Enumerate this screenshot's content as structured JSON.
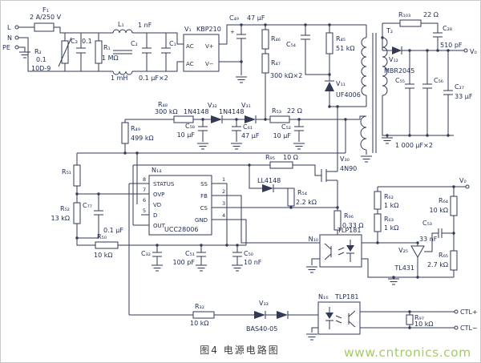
{
  "caption": "图4  电源电路图",
  "watermark": "www.cntronics.com",
  "components": {
    "f1": {
      "ref": "F₁",
      "value": "2 A/250 V"
    },
    "terms": {
      "l": "L",
      "n": "N",
      "pe": "PE"
    },
    "r2": {
      "ref": "R₂",
      "value": "0.1",
      "model": "10D-9"
    },
    "c3": {
      "ref": "C₃",
      "value": "0.1"
    },
    "r1": {
      "ref": "R₁",
      "value": "1 MΩ"
    },
    "l1": {
      "ref": "L₁",
      "value": "1 mH"
    },
    "c2": {
      "ref": "C₂",
      "value": "1 nF"
    },
    "c1": {
      "ref": "C₁",
      "value": "0.1 μF×2"
    },
    "v1": {
      "ref": "V₁",
      "model": "KBP210",
      "pins": {
        "ac1": "AC",
        "ac2": "AC",
        "vp": "V+",
        "vm": "V−"
      }
    },
    "c49": {
      "ref": "C₄₉",
      "value": "47 μF",
      "plus": "+"
    },
    "r46": {
      "ref": "R₄₆"
    },
    "r47": {
      "ref": "R₄₇",
      "value": "300 kΩ×2"
    },
    "c54": {
      "ref": "C₅₄"
    },
    "r45": {
      "ref": "R₄₅",
      "value": "51 kΩ"
    },
    "v11": {
      "ref": "V₁₁",
      "model": "UF4006"
    },
    "t2": {
      "ref": "T₂"
    },
    "r103": {
      "ref": "R₁₀₃",
      "value": "22 Ω"
    },
    "c28": {
      "ref": "C₂₈",
      "value": "510 pF"
    },
    "v12": {
      "ref": "V₁₂",
      "model": "MBR2045"
    },
    "vo_main": "V₀",
    "c55": {
      "ref": "C₅₅"
    },
    "c56": {
      "ref": "C₅₆"
    },
    "c5556_value": "1 000 μF×2",
    "c27": {
      "ref": "C₂₇",
      "value": "33 μF"
    },
    "r48": {
      "ref": "R₄₈",
      "value": "300 kΩ"
    },
    "v32": {
      "ref": "V₃₂",
      "model": "1N4148"
    },
    "v31": {
      "ref": "V₃₁",
      "model": "1N4148"
    },
    "c58": {
      "ref": "C₅₈",
      "value": "10 μF"
    },
    "c61": {
      "ref": "C₆₁",
      "value": "47 μF"
    },
    "r53": {
      "ref": "R₅₃",
      "value": "22 Ω"
    },
    "c52": {
      "ref": "C₅₂",
      "value": "10 μF"
    },
    "r49": {
      "ref": "R₄₉",
      "value": "499 kΩ"
    },
    "r51": {
      "ref": "R₅₁"
    },
    "r52": {
      "ref": "R₅₂",
      "value": "13 kΩ"
    },
    "c77": {
      "ref": "C₇₇",
      "value": "0.1 μF"
    },
    "n14": {
      "ref": "N₁₄",
      "model": "UCC28006",
      "left_pins": [
        {
          "num": "8",
          "label": "STATUS"
        },
        {
          "num": "7",
          "label": "OVP"
        },
        {
          "num": "6",
          "label": "VD"
        },
        {
          "num": "5",
          "label": "D"
        },
        {
          "num": "",
          "label": "OUT"
        }
      ],
      "right_pins": [
        {
          "num": "1",
          "label": "SS"
        },
        {
          "num": "2",
          "label": "FB"
        },
        {
          "num": "3",
          "label": "CS"
        },
        {
          "num": "4",
          "label": "GND"
        }
      ]
    },
    "r50": {
      "ref": "R₅₀",
      "value": "10 kΩ"
    },
    "c32": {
      "ref": "C₃₂"
    },
    "c51": {
      "ref": "C₅₁",
      "value": "100 pF"
    },
    "c50": {
      "ref": "C₅₀",
      "value": "10 nF"
    },
    "r95": {
      "ref": "R₉₅",
      "value": "10 Ω"
    },
    "v30": {
      "ref": "V₃₀",
      "model": "4N90"
    },
    "ll4148": {
      "model": "LL4148"
    },
    "r54": {
      "ref": "R₅₄",
      "value": "2.2 kΩ"
    },
    "r96": {
      "ref": "R₉₆",
      "value": "0.33 Ω"
    },
    "n10": {
      "ref": "N₁₀",
      "model": "TLP181"
    },
    "r62": {
      "ref": "R₆₂",
      "value": "1 kΩ"
    },
    "r63": {
      "ref": "R₆₃",
      "value": "1 kΩ"
    },
    "vo_sense": "V₀",
    "r64": {
      "ref": "R₆₄",
      "value": "10 kΩ"
    },
    "c53": {
      "ref": "C₅₃",
      "value": "33 nF"
    },
    "v25": {
      "ref": "V₂₅",
      "model": "TL431"
    },
    "r65": {
      "ref": "R₆₅",
      "value": "2.7 kΩ"
    },
    "r32": {
      "ref": "R₃₂",
      "value": "10 kΩ"
    },
    "v33": {
      "ref": "V₃₃",
      "model": "BAS40-05"
    },
    "n16": {
      "ref": "N₁₆",
      "model": "TLP181"
    },
    "r97": {
      "ref": "R₉₇",
      "value": "10 kΩ"
    },
    "ctl_plus": "CTL+",
    "ctl_minus": "CTL−"
  }
}
